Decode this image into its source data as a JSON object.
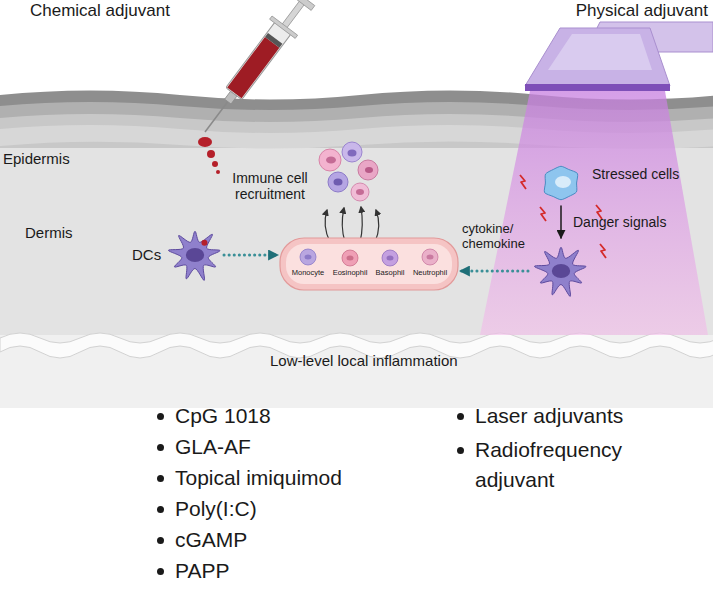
{
  "diagram": {
    "nodes": [
      {
        "text": [
          "DCs"
        ]
      },
      {
        "text": [
          "Monocyte",
          "Eosinophil",
          "Basophil",
          "Neutrophil"
        ]
      },
      {
        "text": [
          "cytokine/ chemokine"
        ]
      },
      {
        "text": [
          "Stressed cells"
        ]
      }
    ],
    "edges": [
      {
        "from": 0,
        "to": 1,
        "arrow": "to"
      },
      {
        "from": 2,
        "to": 1,
        "arrow": "to"
      },
      {
        "from": 3,
        "to": 2,
        "label": "Danger signals",
        "arrow": "to"
      }
    ],
    "labels": [
      "Chemical adjuvant",
      "Physical adjuvant",
      "Epidermis",
      "Dermis",
      "Immune cell recruitment",
      "Low-level local inflammation",
      "CpG 1018",
      "GLA-AF",
      "Topical imiquimod",
      "Poly(I:C)",
      "cGAMP",
      "PAPP",
      "Laser adjuvants",
      "Radiofrequency adjuvant"
    ]
  }
}
